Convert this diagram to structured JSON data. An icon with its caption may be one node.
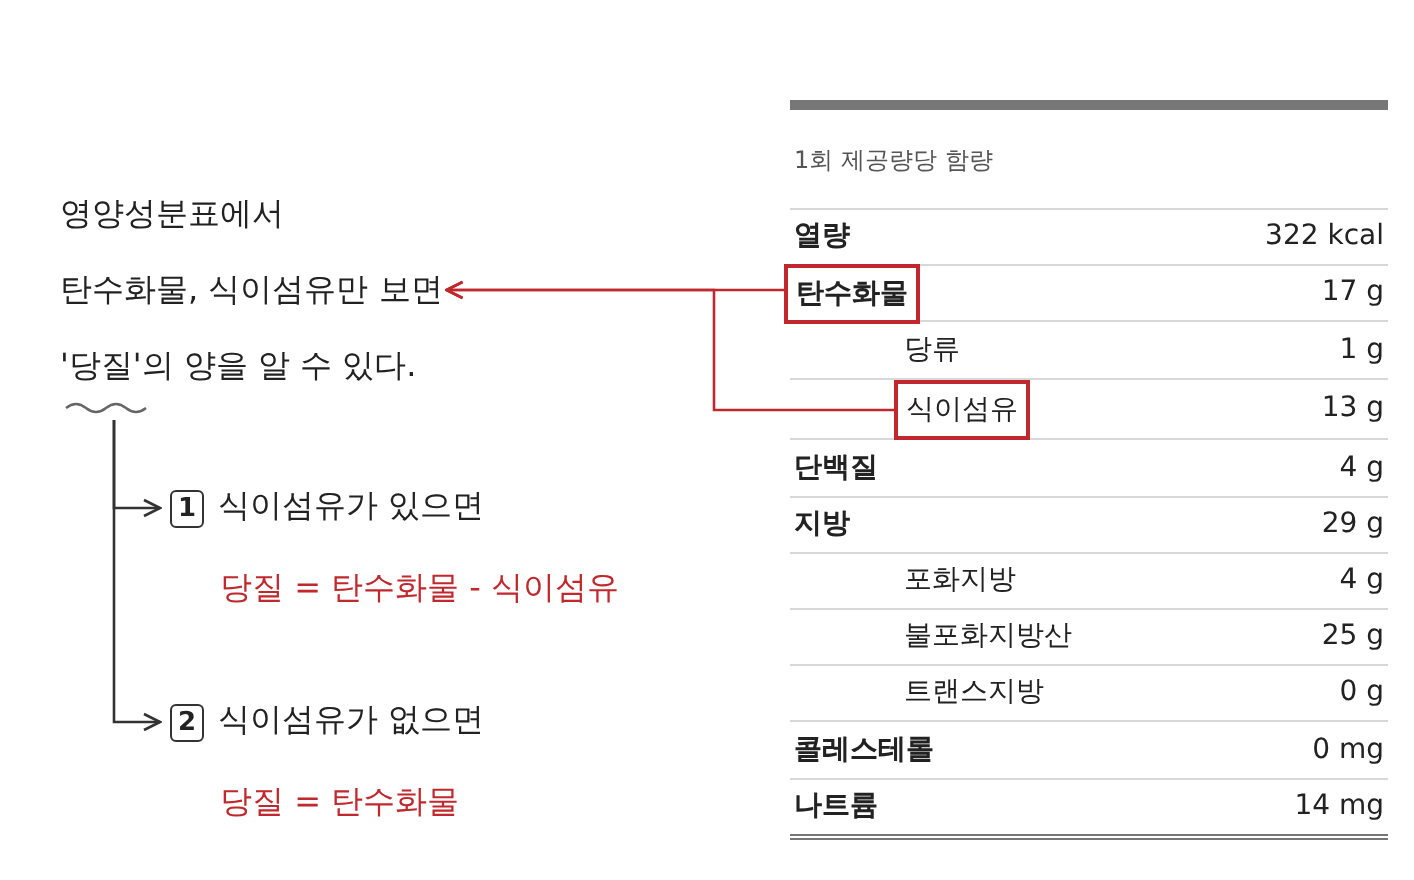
{
  "diagram": {
    "nodes": [
      {
        "text": [
          "영양성분표에서 탄수화물, 식이섬유만 보면 '당질'의 양을 알 수 있다."
        ]
      },
      {
        "text": [
          "탄수화물"
        ]
      },
      {
        "text": [
          "식이섬유"
        ]
      },
      {
        "text": [
          "1",
          "식이섬유가 있으면",
          "당질 = 탄수화물 - 식이섬유"
        ]
      },
      {
        "text": [
          "2",
          "식이섬유가 없으면",
          "당질 = 탄수화물"
        ]
      }
    ],
    "edges": [
      {
        "from": 1,
        "to": 0,
        "arrow": "to",
        "color": "#c0282d"
      },
      {
        "from": 2,
        "to": 0,
        "arrow": "to",
        "color": "#c0282d"
      },
      {
        "from": 0,
        "to": 3,
        "arrow": "to",
        "color": "#333333"
      },
      {
        "from": 0,
        "to": 4,
        "arrow": "to",
        "color": "#333333"
      }
    ],
    "labels": [
      "1회 제공량당 함량",
      "열량",
      "322 kcal",
      "17 g",
      "당류",
      "1 g",
      "13 g",
      "단백질",
      "4 g",
      "지방",
      "29 g",
      "포화지방",
      "4 g",
      "불포화지방산",
      "25 g",
      "트랜스지방",
      "0 g",
      "콜레스테롤",
      "0 mg",
      "나트륨",
      "14 mg"
    ]
  }
}
